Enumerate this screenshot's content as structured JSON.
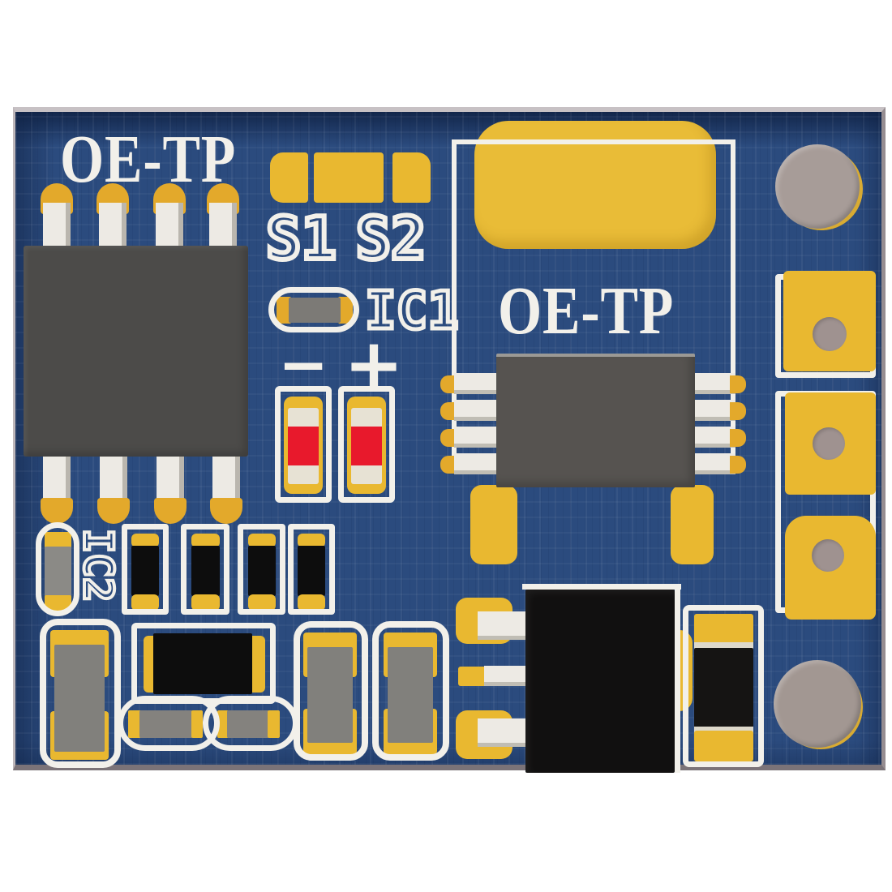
{
  "photo_subject": "blue PCB touch-dimmer module (OE-TP), top view on white background",
  "labels": {
    "brand_top": "OE-TP",
    "brand_mid": "OE-TP",
    "s1": "S1",
    "s2": "S2",
    "ic1": "IC1",
    "ic2": "IC2",
    "minus": "−",
    "plus": "+"
  },
  "colors": {
    "board_blue": "#2b4b7e",
    "board_edge_dark": "#1d3a68",
    "pad_yellow": "#e9b830",
    "inductor_yellow": "#e9bc37",
    "silkscreen_white": "#f2f0ea",
    "pin_white": "#edeae4",
    "pin_tip_yellow": "#e3a92b",
    "chip_gray": "#4c4b49",
    "chip_gray_light": "#565350",
    "component_black": "#0d0d0d",
    "led_red": "#e8192c",
    "hole_gray": "#9f9290",
    "drill_gray": "#a79c98",
    "cap_body_gray": "#81807c",
    "beige": "#e7e2d4"
  }
}
